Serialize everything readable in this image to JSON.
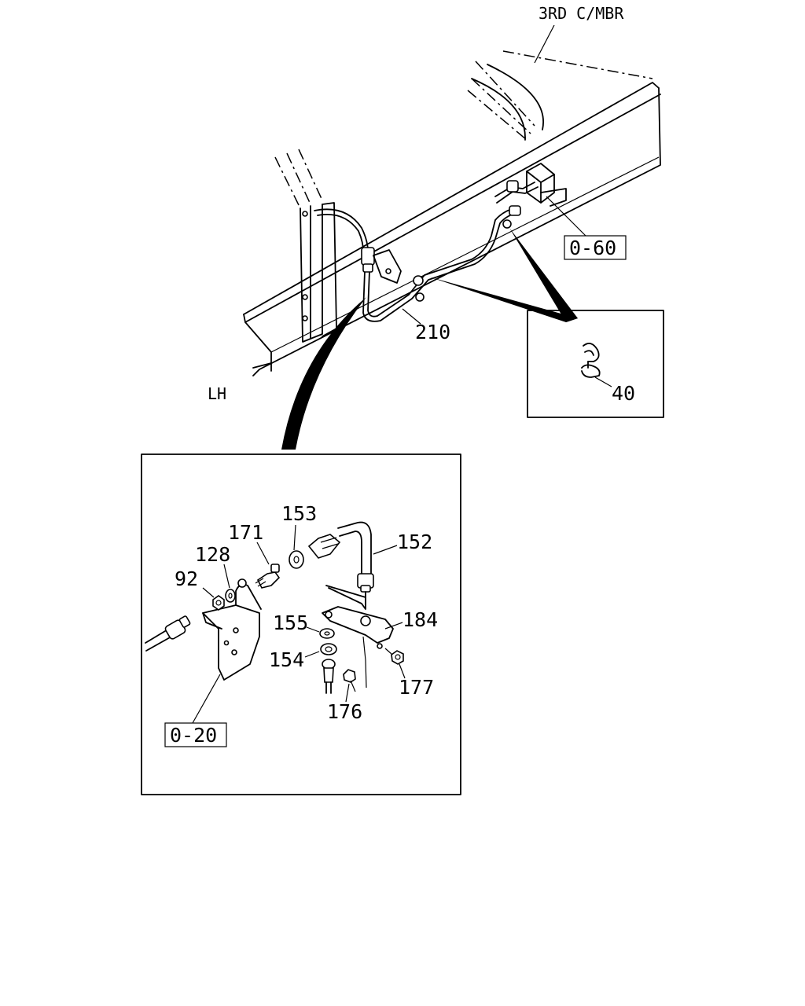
{
  "labels": {
    "crossmember": "3RD C/MBR",
    "side": "LH",
    "ref_top": "0-60",
    "ref_bottom": "0-20"
  },
  "callouts": {
    "p210": "210",
    "p40": "40",
    "p153": "153",
    "p171": "171",
    "p128": "128",
    "p92": "92",
    "p152": "152",
    "p184": "184",
    "p155": "155",
    "p154": "154",
    "p177": "177",
    "p176": "176"
  }
}
